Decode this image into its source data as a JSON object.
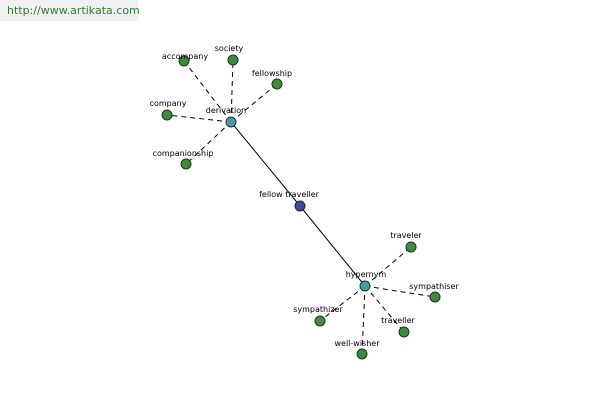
{
  "source_url": "http://www.artikata.com",
  "center": {
    "label": "fellow traveller",
    "color": "#3f4a93"
  },
  "hubs": [
    {
      "label": "derivation",
      "color": "#4b9aa0"
    },
    {
      "label": "hypernym",
      "color": "#4b9aa0"
    }
  ],
  "leaves": [
    {
      "label": "accompany",
      "hub": 0
    },
    {
      "label": "society",
      "hub": 0
    },
    {
      "label": "fellowship",
      "hub": 0
    },
    {
      "label": "company",
      "hub": 0
    },
    {
      "label": "companionship",
      "hub": 0
    },
    {
      "label": "traveler",
      "hub": 1
    },
    {
      "label": "sympathiser",
      "hub": 1
    },
    {
      "label": "sympathizer",
      "hub": 1
    },
    {
      "label": "traveller",
      "hub": 1
    },
    {
      "label": "well-wisher",
      "hub": 1
    }
  ],
  "leaf_color": "#3e8a3e"
}
